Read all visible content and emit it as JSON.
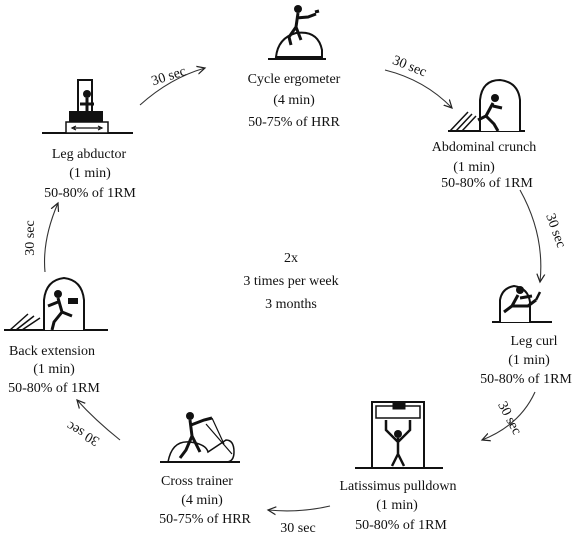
{
  "diagram": {
    "center": {
      "line1": "2x",
      "line2": "3 times per week",
      "line3": "3 months"
    },
    "stations": [
      {
        "id": "cycle",
        "name": "Cycle ergometer",
        "duration": "(4 min)",
        "intensity": "50-75% of HRR",
        "icon": "cycle-ergometer-icon"
      },
      {
        "id": "abdominal",
        "name": "Abdominal crunch",
        "duration": "(1 min)",
        "intensity": "50-80% of 1RM",
        "icon": "abdominal-crunch-machine-icon"
      },
      {
        "id": "legcurl",
        "name": "Leg curl",
        "duration": "(1 min)",
        "intensity": "50-80% of 1RM",
        "icon": "leg-curl-machine-icon"
      },
      {
        "id": "lat",
        "name": "Latissimus pulldown",
        "duration": "(1 min)",
        "intensity": "50-80% of 1RM",
        "icon": "lat-pulldown-machine-icon"
      },
      {
        "id": "cross",
        "name": "Cross trainer",
        "duration": "(4 min)",
        "intensity": "50-75% of HRR",
        "icon": "cross-trainer-icon"
      },
      {
        "id": "backext",
        "name": "Back extension",
        "duration": "(1 min)",
        "intensity": "50-80% of 1RM",
        "icon": "back-extension-machine-icon"
      },
      {
        "id": "legabd",
        "name": "Leg abductor",
        "duration": "(1 min)",
        "intensity": "50-80% of 1RM",
        "icon": "leg-abductor-machine-icon"
      }
    ],
    "rest_label": "30 sec"
  }
}
